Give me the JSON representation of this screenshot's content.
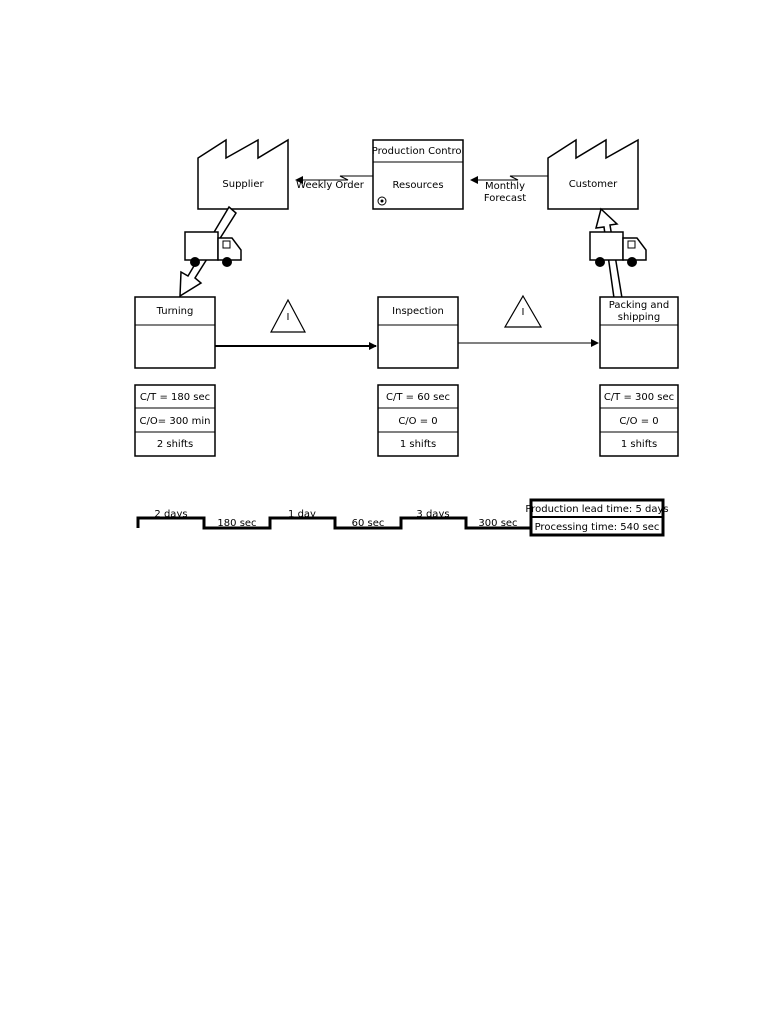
{
  "entities": {
    "supplier": "Supplier",
    "customer": "Customer",
    "production_control_title": "Production Control",
    "production_control_body": "Resources"
  },
  "flows": {
    "weekly_order": "Weekly Order",
    "monthly_forecast_line1": "Monthly",
    "monthly_forecast_line2": "Forecast"
  },
  "inventory_symbol": "I",
  "processes": [
    {
      "name": "Turning",
      "data": [
        "C/T = 180 sec",
        "C/O= 300 min",
        "2 shifts"
      ]
    },
    {
      "name": "Inspection",
      "data": [
        "C/T = 60 sec",
        "C/O = 0",
        "1 shifts"
      ]
    },
    {
      "name_line1": "Packing and",
      "name_line2": "shipping",
      "data": [
        "C/T = 300 sec",
        "C/O = 0",
        "1 shifts"
      ]
    }
  ],
  "timeline": {
    "wait_times": [
      "2 days",
      "1 day",
      "3 days"
    ],
    "process_times": [
      "180 sec",
      "60 sec",
      "300 sec"
    ],
    "production_lead_time": "Production lead time: 5 days",
    "processing_time": "Processing time: 540 sec"
  }
}
